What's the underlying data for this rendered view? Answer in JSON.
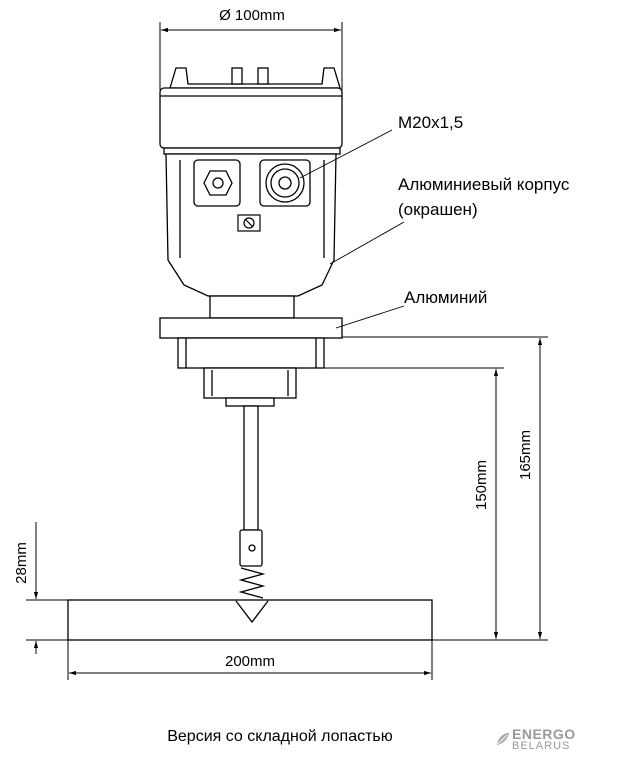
{
  "dimensions": {
    "top_width": "Ø 100mm",
    "height_165": "165mm",
    "height_150": "150mm",
    "paddle_width": "200mm",
    "paddle_height": "28mm"
  },
  "callouts": {
    "thread": "M20x1,5",
    "housing_line1": "Алюминиевый корпус",
    "housing_line2": "(окрашен)",
    "flange": "Алюминий"
  },
  "caption": "Версия со складной лопастью",
  "logo": {
    "line1": "ENERGO",
    "line2": "BELARUS"
  }
}
